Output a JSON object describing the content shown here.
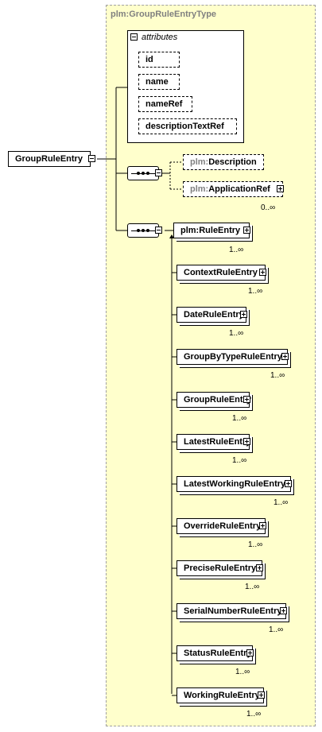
{
  "type_name": "plm:GroupRuleEntryType",
  "root_element": "GroupRuleEntry",
  "attributes": {
    "header": "attributes",
    "items": [
      "id",
      "name",
      "nameRef",
      "descriptionTextRef"
    ]
  },
  "sequence1": {
    "items": [
      {
        "prefix": "plm:",
        "name": "Description",
        "card": ""
      },
      {
        "prefix": "plm:",
        "name": "ApplicationRef",
        "card": "0..∞"
      }
    ]
  },
  "sequence2": {
    "head": {
      "label": "plm:RuleEntry",
      "card": "1..∞"
    },
    "items": [
      {
        "name": "ContextRuleEntry",
        "card": "1..∞"
      },
      {
        "name": "DateRuleEntry",
        "card": "1..∞"
      },
      {
        "name": "GroupByTypeRuleEntry",
        "card": "1..∞"
      },
      {
        "name": "GroupRuleEntry",
        "card": "1..∞"
      },
      {
        "name": "LatestRuleEntry",
        "card": "1..∞"
      },
      {
        "name": "LatestWorkingRuleEntry",
        "card": "1..∞"
      },
      {
        "name": "OverrideRuleEntry",
        "card": "1..∞"
      },
      {
        "name": "PreciseRuleEntry",
        "card": "1..∞"
      },
      {
        "name": "SerialNumberRuleEntry",
        "card": "1..∞"
      },
      {
        "name": "StatusRuleEntry",
        "card": "1..∞"
      },
      {
        "name": "WorkingRuleEntry",
        "card": "1..∞"
      }
    ]
  },
  "colors": {
    "region_bg": "#ffffcc",
    "muted_text": "#808080"
  }
}
